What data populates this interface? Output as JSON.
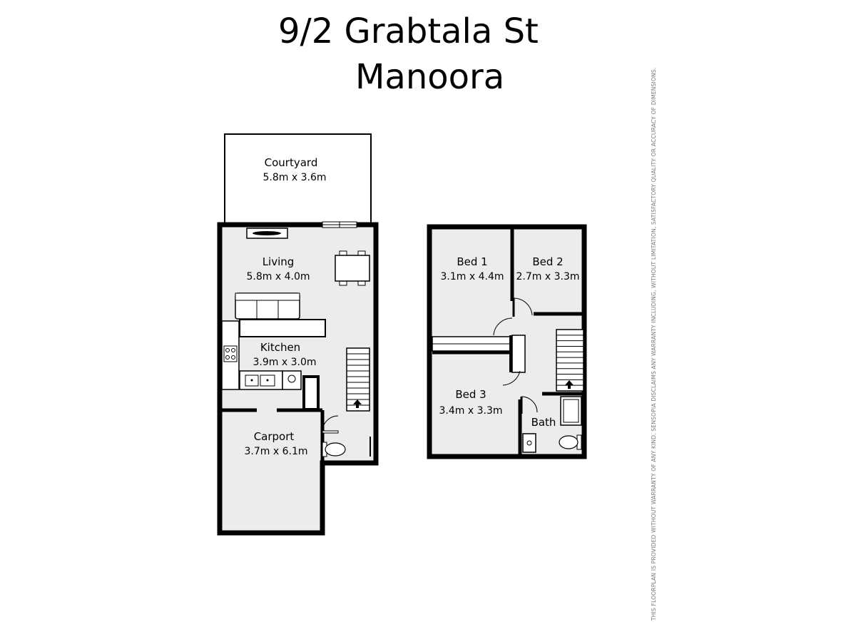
{
  "title": {
    "line1": "9/2 Grabtala St",
    "line2": "Manoora"
  },
  "disclaimer": "THIS FLOORPLAN IS PROVIDED WITHOUT WARRANTY OF ANY KIND. SENSOPIA DISCLAIMS ANY WARRANTY INCLUDING, WITHOUT LIMITATION, SATISFACTORY QUALITY OR ACCURACY OF DIMENSIONS.",
  "rooms": {
    "courtyard": {
      "name": "Courtyard",
      "dims": "5.8m x 3.6m"
    },
    "living": {
      "name": "Living",
      "dims": "5.8m x 4.0m"
    },
    "kitchen": {
      "name": "Kitchen",
      "dims": "3.9m x 3.0m"
    },
    "carport": {
      "name": "Carport",
      "dims": "3.7m x 6.1m"
    },
    "bed1": {
      "name": "Bed 1",
      "dims": "3.1m x 4.4m"
    },
    "bed2": {
      "name": "Bed 2",
      "dims": "2.7m x 3.3m"
    },
    "bed3": {
      "name": "Bed 3",
      "dims": "3.4m x 3.3m"
    },
    "bath": {
      "name": "Bath"
    }
  },
  "colors": {
    "wall": "#000000",
    "floor": "#ececec",
    "outdoor": "#ffffff",
    "fixture": "#ffffff",
    "disclaimer": "#7a7a7a"
  }
}
